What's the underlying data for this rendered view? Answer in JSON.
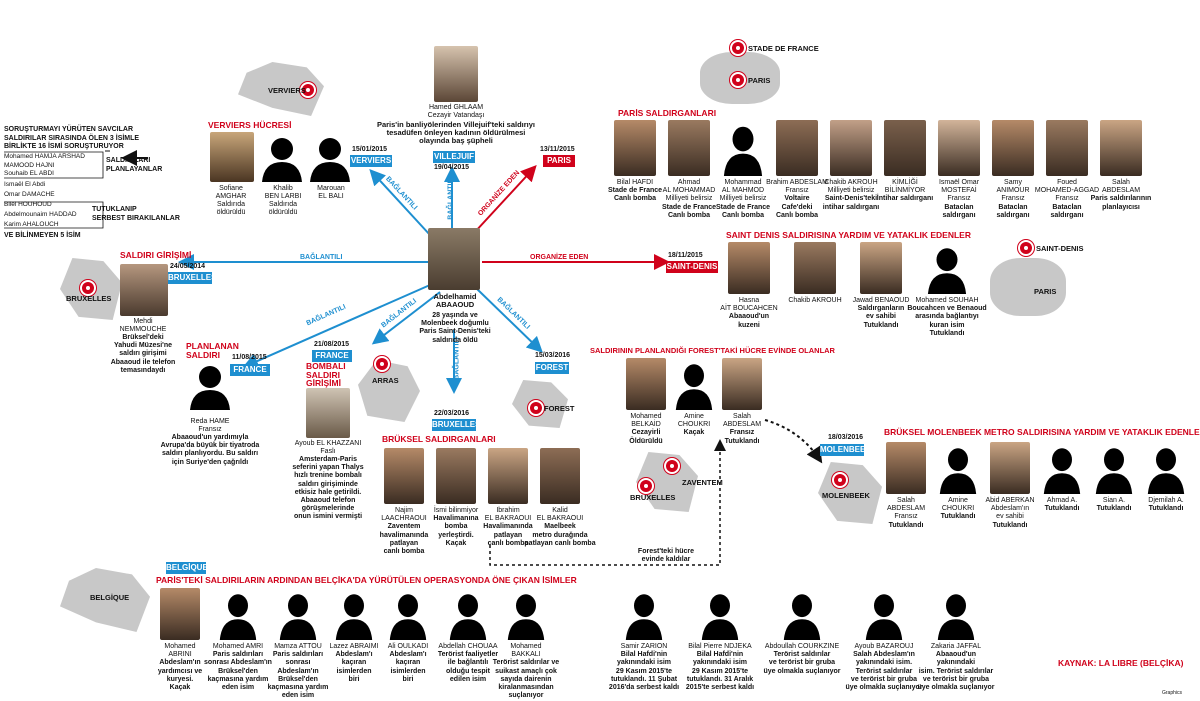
{
  "source": "KAYNAK: LA LIBRE (BELÇİKA)",
  "graphics_credit": "Graphics",
  "colors": {
    "accent_red": "#d0021b",
    "accent_blue": "#1e8fd0",
    "map_gray": "#c8c8c8"
  },
  "center": {
    "name": "Abdelhamid\nABAAOUD",
    "desc": "28 yaşında ve\nMolenbeek doğumlu\nParis Saint-Denis'teki\nsaldırıda öldü"
  },
  "top_person": {
    "name": "Hamed GHLAAM\nCezayir Vatandaşı",
    "desc": "Paris'in banliyölerinden Villejuif'teki saldırıyı\ntesadüfen önleyen kadının öldürülmesi\nolayında baş şüpheli"
  },
  "arrow_labels": {
    "linked": "BAĞLANTILI",
    "organized": "ORGANİZE EDEN"
  },
  "nodes": {
    "verviers": {
      "date": "15/01/2015",
      "label": "VERVIERS"
    },
    "villejuif": {
      "date": "19/04/2015",
      "label": "VILLEJUIF"
    },
    "paris": {
      "date": "13/11/2015",
      "label": "PARIS"
    },
    "bruxelles_left": {
      "date": "24/05/2014",
      "label": "BRUXELLES"
    },
    "saint_denis": {
      "date": "18/11/2015",
      "label": "SAINT-DENIS"
    },
    "france_left": {
      "date": "11/08/2015",
      "label": "FRANCE"
    },
    "france_mid": {
      "date": "21/08/2015",
      "label": "FRANCE"
    },
    "bruxelles_bottom": {
      "date": "22/03/2016",
      "label": "BRUXELLES"
    },
    "forest": {
      "date": "15/03/2016",
      "label": "FOREST"
    },
    "molenbeek": {
      "date": "18/03/2016",
      "label": "MOLENBEEK"
    },
    "belgique": {
      "label": "BELGİQUE"
    }
  },
  "maps": {
    "verviers": "VERVIERS",
    "stade_de_france": "STADE DE FRANCE",
    "paris": "PARIS",
    "saint_denis": "SAINT-DENIS",
    "paris_right": "PARIS",
    "bruxelles_left": "BRUXELLES",
    "arras": "ARRAS",
    "forest": "FOREST",
    "zaventem": "ZAVENTEM",
    "bruxelles_bottom": "BRUXELLES",
    "molenbeek": "MOLENBEEK",
    "belgique": "BELGİQUE"
  },
  "prosecutor": {
    "title": "SORUŞTURMAYI YÜRÜTEN SAVCILAR\nSALDIRILAR SIRASINDA ÖLEN 3 İSİMLE\nBİRLİKTE 16 İSMİ SORUŞTURUYOR",
    "group1": [
      "Mohamed HAMJA ARSHAD",
      "MAMOOD HAJNI",
      "Souhaib EL ABDI"
    ],
    "group1_label": "SALDIRILARI\nPLANLAYANLAR",
    "group2": [
      "Ismaël El Abdi",
      "Omar DAMACHE",
      "Bilel HOUHOUD",
      "Abdelmounaim HADDAD",
      "Karim AHALOUCH"
    ],
    "group2_label": "TUTUKLANIP\nSERBEST BIRAKILANLAR",
    "footer": "VE BİLİNMEYEN 5 İSİM"
  },
  "verviers_cell": {
    "title": "VERVIERS HÜCRESİ",
    "people": [
      {
        "name": "Sofiane\nAMGHAR",
        "desc": "Saldırıda\nöldürüldü"
      },
      {
        "name": "Khalib\nBEN LARBI",
        "desc": "Saldırıda\nöldürüldü"
      },
      {
        "name": "Marouan\nEL BALI",
        "desc": ""
      }
    ]
  },
  "attempt": {
    "title": "SALDIRI GİRİŞİMİ",
    "name": "Mehdi\nNEMMOUCHE",
    "desc": "Brüksel'deki\nYahudi Müzesi'ne\nsaldırı girişimi\nAbaaoud ile telefon\ntemasındaydı"
  },
  "planned": {
    "title": "PLANLANAN\nSALDIRI",
    "name": "Reda HAME\nFransız",
    "desc": "Abaaoud'un yardımıyla\nAvrupa'da büyük bir tiyatroda\nsaldırı planlıyordu. Bu saldırı\niçin Suriye'den çağrıldı"
  },
  "bomb_attempt": {
    "title": "BOMBALI\nSALDIRI\nGİRİŞİMİ",
    "name": "Ayoub EL KHAZZANI\nFaslı",
    "desc": "Amsterdam-Paris\nseferini yapan Thalys\nhızlı trenine bombalı\nsaldırı girişiminde\netkisiz hale getirildi.\nAbaaoud telefon\ngörüşmelerinde\nonun ismini vermişti"
  },
  "paris_attackers": {
    "title": "PARİS SALDIRGANLARI",
    "people": [
      {
        "name": "Bilal HAFDI",
        "desc": "Stade de France\nCanlı bomba"
      },
      {
        "name": "Ahmad\nAL MOHAMMAD\nMilliyeti belirsiz",
        "desc": "Stade de France\nCanlı bomba"
      },
      {
        "name": "Mohammad\nAL MAHMOD\nMilliyeti belirsiz",
        "desc": "Stade de France\nCanlı bomba"
      },
      {
        "name": "Brahim ABDESLAM\nFransız",
        "desc": "Voltaire\nCafe'deki\nCanlı bomba"
      },
      {
        "name": "Chakib AKROUH\nMilliyeti belirsiz",
        "desc": "Saint-Denis'teki\nintihar saldırganı"
      },
      {
        "name": "KİMLİĞİ\nBİLİNMİYOR",
        "desc": "İntihar saldırganı"
      },
      {
        "name": "Ismaël Omar\nMOSTEFAİ\nFransız",
        "desc": "Bataclan\nsaldırganı"
      },
      {
        "name": "Samy\nANIMOUR\nFransız",
        "desc": "Bataclan\nsaldırganı"
      },
      {
        "name": "Foued\nMOHAMED-AGGAD\nFransız",
        "desc": "Bataclan\nsaldırganı"
      },
      {
        "name": "Salah\nABDESLAM",
        "desc": "Paris saldırılarının\nplanlayıcısı"
      }
    ]
  },
  "saint_denis_helpers": {
    "title": "SAINT DENIS SALDIRISINA YARDIM VE YATAKLIK EDENLER",
    "people": [
      {
        "name": "Hasna\nAİT BOUCAHCEN",
        "desc": "Abaaoud'un\nkuzeni"
      },
      {
        "name": "Chakib AKROUH",
        "desc": ""
      },
      {
        "name": "Jawad BENAOUD",
        "desc": "Saldırganların\nev sahibi\nTutuklandı"
      },
      {
        "name": "Mohamed SOUHAH",
        "desc": "Boucahcen ve Benaoud\narasında bağlantıyı\nkuran isim\nTutuklandı"
      }
    ]
  },
  "forest_cell": {
    "title": "SALDIRININ PLANLANDIĞI FOREST'TAKİ HÜCRE EVİNDE OLANLAR",
    "people": [
      {
        "name": "Mohamed\nBELKAİD",
        "desc": "Cezayirli\nÖldürüldü"
      },
      {
        "name": "Amine\nCHOUKRI",
        "desc": "Kaçak"
      },
      {
        "name": "Salah\nABDESLAM",
        "desc": "Fransız\nTutuklandı"
      }
    ],
    "note": "Forest'teki hücre\nevinde kaldılar"
  },
  "brussels_attackers": {
    "title": "BRÜKSEL SALDIRGANLARI",
    "people": [
      {
        "name": "Najim\nLAACHRAOUI",
        "desc": "Zaventem\nhavalimanında\npatlayan\ncanlı bomba"
      },
      {
        "name": "İsmi bilinmiyor",
        "desc": "Havalimanına\nbomba\nyerleştirdi.\nKaçak"
      },
      {
        "name": "Ibrahim\nEL BAKRAOUI",
        "desc": "Havalimanında\npatlayan\ncanlı bomba"
      },
      {
        "name": "Kalid\nEL BAKRAOUI",
        "desc": "Maelbeek\nmetro durağında\npatlayan canlı bomba"
      }
    ]
  },
  "molenbeek_helpers": {
    "title": "BRÜKSEL MOLENBEEK METRO SALDIRISINA YARDIM VE YATAKLIK EDENLER",
    "people": [
      {
        "name": "Salah\nABDESLAM\nFransız",
        "desc": "Tutuklandı"
      },
      {
        "name": "Amine\nCHOUKRI",
        "desc": "Tutuklandı"
      },
      {
        "name": "Abid ABERKAN\nAbdeslam'ın\nev sahibi",
        "desc": "Tutuklandı"
      },
      {
        "name": "Ahmad A.",
        "desc": "Tutuklandı"
      },
      {
        "name": "Sian A.",
        "desc": "Tutuklandı"
      },
      {
        "name": "Djemilah A.",
        "desc": "Tutuklandı"
      }
    ]
  },
  "belgium_operation": {
    "title": "PARİS'TEKİ SALDIRILARIN ARDINDAN BELÇİKA'DA YÜRÜTÜLEN OPERASYONDA ÖNE ÇIKAN İSİMLER",
    "people": [
      {
        "name": "Mohamed\nABRINI",
        "desc": "Abdeslam'ın\nyardımcısı ve\nkuryesi.\nKaçak"
      },
      {
        "name": "Mohamed AMRI",
        "desc": "Paris saldırıları\nsonrası Abdeslam'ın\nBrüksel'den\nkaçmasına yardım\neden isim"
      },
      {
        "name": "Mamza ATTOU",
        "desc": "Paris saldırıları\nsonrası\nAbdeslam'ın\nBrüksel'den\nkaçmasına yardım\neden isim"
      },
      {
        "name": "Lazez ABRAIMI",
        "desc": "Abdeslam'ı\nkaçıran\nisimlerden\nbiri"
      },
      {
        "name": "Ali OULKADI",
        "desc": "Abdeslam'ı\nkaçıran\nisimlerden\nbiri"
      },
      {
        "name": "Abdellah CHOUAA",
        "desc": "Terörist faaliyetler\nile bağlantılı\nolduğu tespit\nedilen isim"
      },
      {
        "name": "Mohamed\nBAKKALI",
        "desc": "Terörist saldırılar ve\nsuikast amaçlı çok\nsayıda dairenin\nkiralanmasından\nsuçlanıyor"
      },
      {
        "name": "Samir ZARION",
        "desc": "Bilal Hafdi'nin\nyakınındaki isim\n29 Kasım 2015'te\ntutuklandı. 11 Şubat\n2016'da serbest kaldı"
      },
      {
        "name": "Bilal Pierre NDJEKA",
        "desc": "Bilal Hafdi'nin\nyakınındaki isim\n29 Kasım 2015'te\ntutuklandı. 31 Aralık\n2015'te serbest kaldı"
      },
      {
        "name": "Abdoullah COURKZINE",
        "desc": "Terörist saldırılar\nve terörist bir gruba\nüye olmakla suçlanıyor"
      },
      {
        "name": "Ayoub BAZAROUJ",
        "desc": "Salah Abdeslam'ın\nyakınındaki isim.\nTerörist saldırılar\nve terörist bir gruba\nüye olmakla suçlanıyor"
      },
      {
        "name": "Zakaria JAFFAL",
        "desc": "Abaaoud'un yakınındaki\nisim. Terörist saldırılar\nve terörist bir gruba\nüye olmakla suçlanıyor"
      }
    ]
  }
}
